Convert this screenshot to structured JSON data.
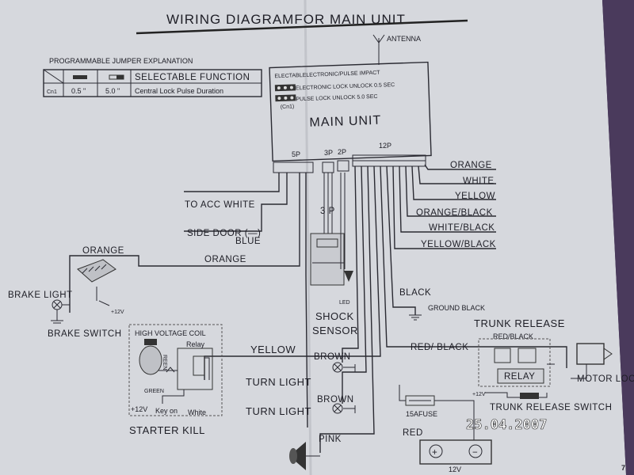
{
  "title": "WIRING DIAGRAMFOR MAIN UNIT",
  "antenna": "ANTENNA",
  "jumper": {
    "heading": "PROGRAMMABLE JUMPER EXPLANATION",
    "col_header": "SELECTABLE FUNCTION",
    "row_label": "Cn1",
    "val_a": "0.5 \"",
    "val_b": "5.0 \"",
    "function": "Central Lock Pulse Duration"
  },
  "main_unit": {
    "label": "MAIN UNIT",
    "line1": "ELECTABLELECTRONIC/PULSE IMPACT",
    "line2": "ELECTRONIC LOCK UNLOCK 0.5 SEC",
    "line3": "PULSE LOCK UNLOCK 5.0 SEC",
    "cn1": "(Cn1)",
    "connector_5p": "5P",
    "connector_3p": "3P",
    "connector_2p": "2P",
    "connector_12p": "12P"
  },
  "wires_12p": [
    "ORANGE",
    "WHITE",
    "YELLOW",
    "ORANGE/BLACK",
    "WHITE/BLACK",
    "YELLOW/BLACK"
  ],
  "left": {
    "acc": "TO ACC WHITE",
    "side_door": "SIDE DOOR (—)",
    "blue": "BLUE",
    "orange_top": "ORANGE",
    "orange": "ORANGE",
    "brake_light": "BRAKE LIGHT",
    "plus12": "+12V",
    "brake_switch": "BRAKE SWITCH"
  },
  "sensor": {
    "label_3p": "3 P",
    "led": "LED",
    "shock1": "SHOCK",
    "shock2": "SENSOR"
  },
  "starter": {
    "coil": "HIGH VOLTAGE COIL",
    "relay": "Relay",
    "reen": "REEN",
    "green": "GREEN",
    "plus12": "+12V",
    "key_on": "Key on",
    "white": "White",
    "kill": "STARTER KILL",
    "yellow": "YELLOW"
  },
  "lights": {
    "brown1": "BROWN",
    "brown2": "BROWN",
    "turn1": "TURN LIGHT",
    "turn2": "TURN LIGHT",
    "pink": "PINK"
  },
  "right": {
    "black": "BLACK",
    "ground_black": "GROUND BLACK",
    "trunk_release": "TRUNK RELEASE",
    "red_black_wire": "RED/ BLACK",
    "red_black": "RED/BLACK",
    "relay": "RELAY",
    "plus12": "+12V",
    "motor_lock": "MOTOR LOCK",
    "trunk_switch": "TRUNK RELEASE SWITCH",
    "fuse": "15AFUSE",
    "red": "RED",
    "battery": "12V",
    "plus": "+",
    "minus": "−"
  },
  "date_stamp": "25.04.2007",
  "page_number": "7"
}
